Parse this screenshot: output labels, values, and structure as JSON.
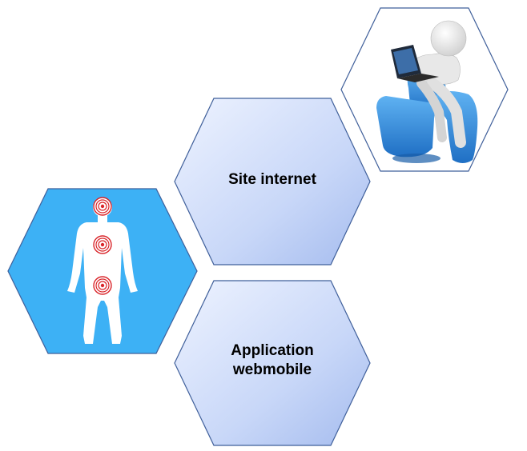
{
  "hexagons": {
    "site_internet": {
      "label": "Site internet"
    },
    "application": {
      "label_line1": "Application",
      "label_line2": "webmobile"
    }
  },
  "images": {
    "body_icon": "human-body-pain-points-icon",
    "computer_user": "person-with-laptop-icon"
  },
  "colors": {
    "hex_fill_light": "#e6eeff",
    "hex_fill_dark": "#aac0f0",
    "hex_stroke": "#3f5f9a",
    "body_bg": "#3db1f5",
    "target_red": "#d9252a",
    "chair_blue": "#2a86d8"
  }
}
